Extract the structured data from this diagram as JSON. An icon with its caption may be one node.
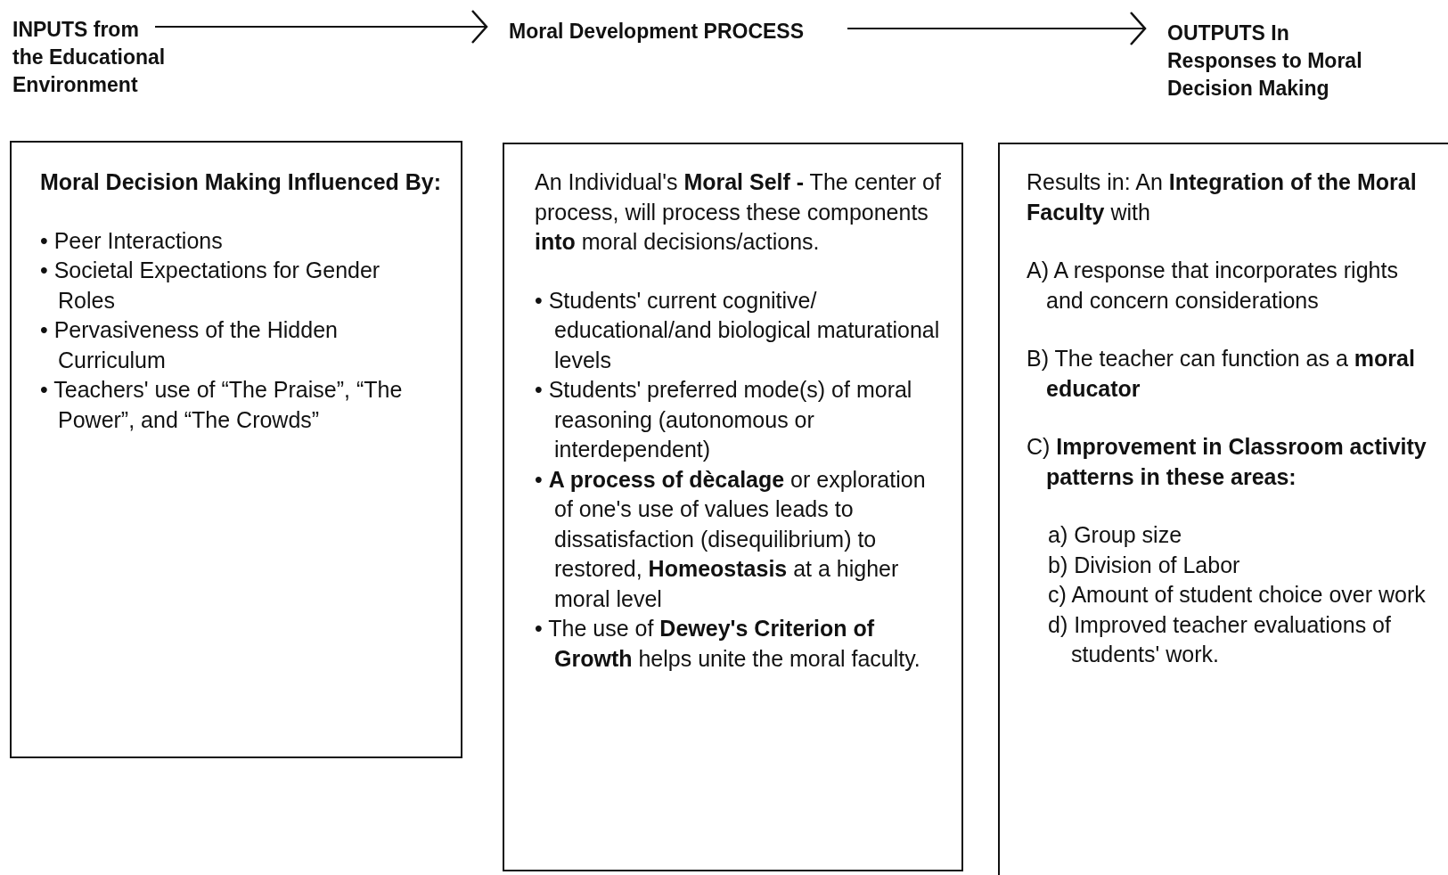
{
  "diagram": {
    "nodes": [
      {
        "text": [
          "INPUTS from the Educational Environment"
        ]
      },
      {
        "text": [
          "Moral Development PROCESS"
        ]
      },
      {
        "text": [
          "OUTPUTS In Responses to Moral Decision Making"
        ]
      },
      {
        "text": [
          "Moral Decision Making Influenced By:",
          "• Peer Interactions",
          "• Societal Expectations for Gender Roles",
          "• Pervasiveness of the Hidden Curriculum",
          "• Teachers' use of “The Praise”, “The Power”, and “The Crowds”"
        ]
      },
      {
        "text": [
          "An Individual's **Moral Self -** The center of process, will process these components **into** moral decisions/actions.",
          "• Students' current cognitive/ educational/and biological maturational levels",
          "• Students' preferred mode(s) of moral reasoning (autonomous or interdependent)",
          "• **A process of dècalage** or exploration of one's use of values leads to dissatisfaction (disequilibrium) to restored, **Homeostasis** at a higher moral level",
          "• The use of **Dewey's Criterion of Growth** helps unite the moral faculty."
        ]
      },
      {
        "text": [
          "Results in: An **Integration of the Moral Faculty** with",
          "A) A response that incorporates rights and concern considerations",
          "B) The teacher can function as a **moral educator**",
          "C) **Improvement in Classroom activity patterns in these areas:**",
          "a) Group size",
          "b) Division of Labor",
          "c) Amount of student choice over work",
          "d) Improved teacher evaluations of students' work."
        ]
      }
    ],
    "edges": [
      {
        "from": 0,
        "to": 1,
        "arrow": "to"
      },
      {
        "from": 1,
        "to": 2,
        "arrow": "to"
      }
    ]
  }
}
